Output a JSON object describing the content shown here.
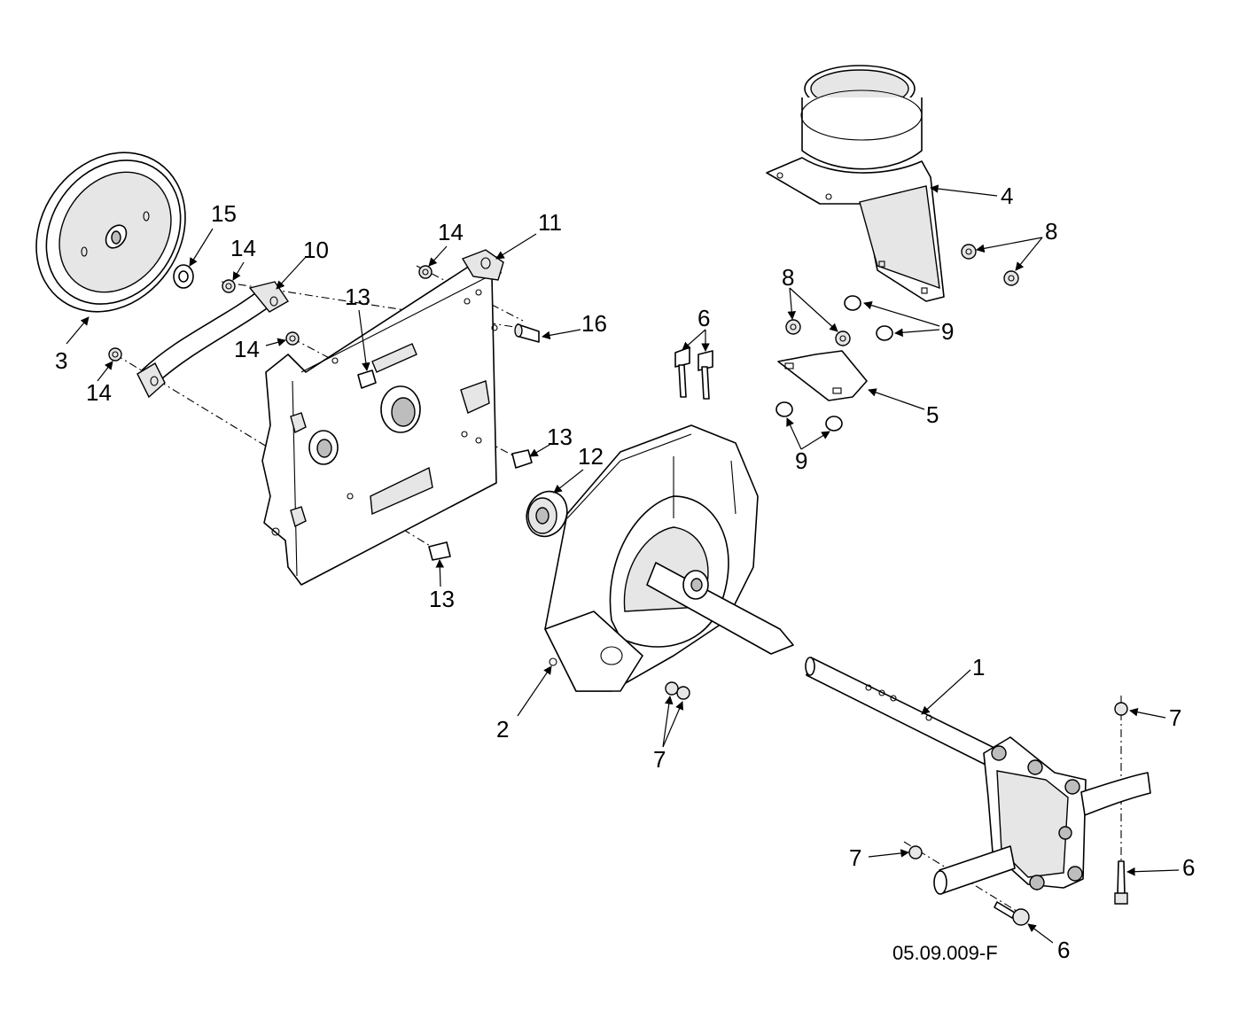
{
  "diagram": {
    "drawing_code": "05.09.009-F",
    "callouts": {
      "c1": "1",
      "c2": "2",
      "c3": "3",
      "c4": "4",
      "c5": "5",
      "c6a": "6",
      "c6b": "6",
      "c6c": "6",
      "c7a": "7",
      "c7b": "7",
      "c7c": "7",
      "c8a": "8",
      "c8b": "8",
      "c9a": "9",
      "c9b": "9",
      "c10": "10",
      "c11": "11",
      "c12": "12",
      "c13a": "13",
      "c13b": "13",
      "c13c": "13",
      "c14a": "14",
      "c14b": "14",
      "c14c": "14",
      "c14d": "14",
      "c15": "15",
      "c16": "16"
    },
    "colors": {
      "line": "#000000",
      "paper": "#ffffff",
      "shade": "#e6e6e6"
    }
  }
}
